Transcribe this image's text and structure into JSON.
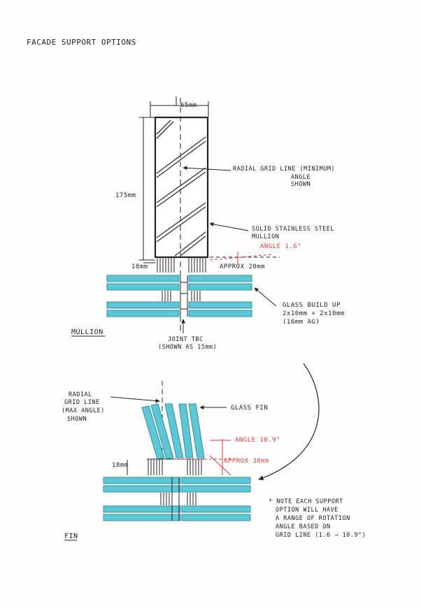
{
  "title": "FACADE SUPPORT OPTIONS",
  "colors": {
    "ink": "#222222",
    "glass": "#5ec7d4",
    "glass_dark": "#2f8fa0",
    "red": "#d93a3a",
    "paper": "#fdfdfd"
  },
  "mullion": {
    "label": "MULLION",
    "dim_width": "65mm",
    "dim_height": "175mm",
    "dim_base": "18mm",
    "grid_line_note": [
      "RADIAL GRID LINE (MINIMUM)",
      "ANGLE",
      "SHOWN"
    ],
    "material_note": [
      "SOLID STAINLESS STEEL",
      "MULLION"
    ],
    "angle": "ANGLE 1.6°",
    "offset": "APPROX 20mm",
    "glass_note": [
      "GLASS BUILD UP",
      "2x10mm + 2x10mm",
      "(16mm AG)"
    ],
    "joint_note": [
      "JOINT TBC",
      "(SHOWN AS 15mm)"
    ]
  },
  "fin": {
    "label": "FIN",
    "grid_line_note": [
      "RADIAL",
      "GRID LINE",
      "(MAX ANGLE)",
      "SHOWN"
    ],
    "fin_note": "GLASS FIN",
    "angle": "ANGLE 10.9°",
    "offset": "APPROX 30mm",
    "dim_base": "18mm",
    "note": [
      "* NOTE EACH SUPPORT",
      "OPTION WILL HAVE",
      "A RANGE OF ROTATION",
      "ANGLE BASED ON",
      "GRID LINE (1.6 → 10.9°)"
    ]
  }
}
